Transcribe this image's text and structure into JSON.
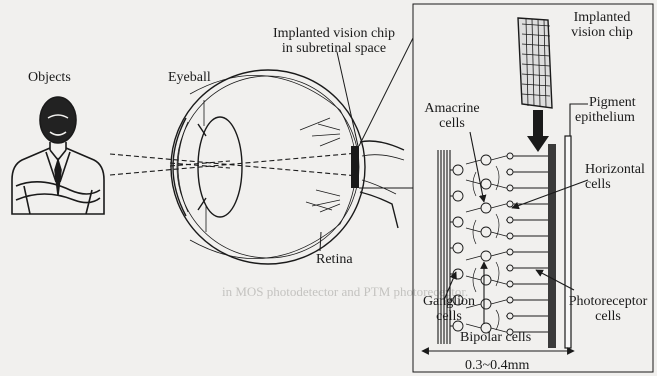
{
  "labels": {
    "objects": "Objects",
    "eyeball": "Eyeball",
    "chip_main_line1": "Implanted vision chip",
    "chip_main_line2": "in subretinal space",
    "retina": "Retina",
    "chip_inset_line1": "Implanted",
    "chip_inset_line2": "vision chip",
    "pigment_line1": "Pigment",
    "pigment_line2": "epithelium",
    "amacrine_line1": "Amacrine",
    "amacrine_line2": "cells",
    "horizontal_line1": "Horizontal",
    "horizontal_line2": "cells",
    "ganglion_line1": "Ganglion",
    "ganglion_line2": "cells",
    "photoreceptor_line1": "Photoreceptor",
    "photoreceptor_line2": "cells",
    "bipolar": "Bipolar cells",
    "scale": "0.3~0.4mm"
  },
  "bleed_through_text": "in MOS photodetector and PTM photoreceptor."
}
